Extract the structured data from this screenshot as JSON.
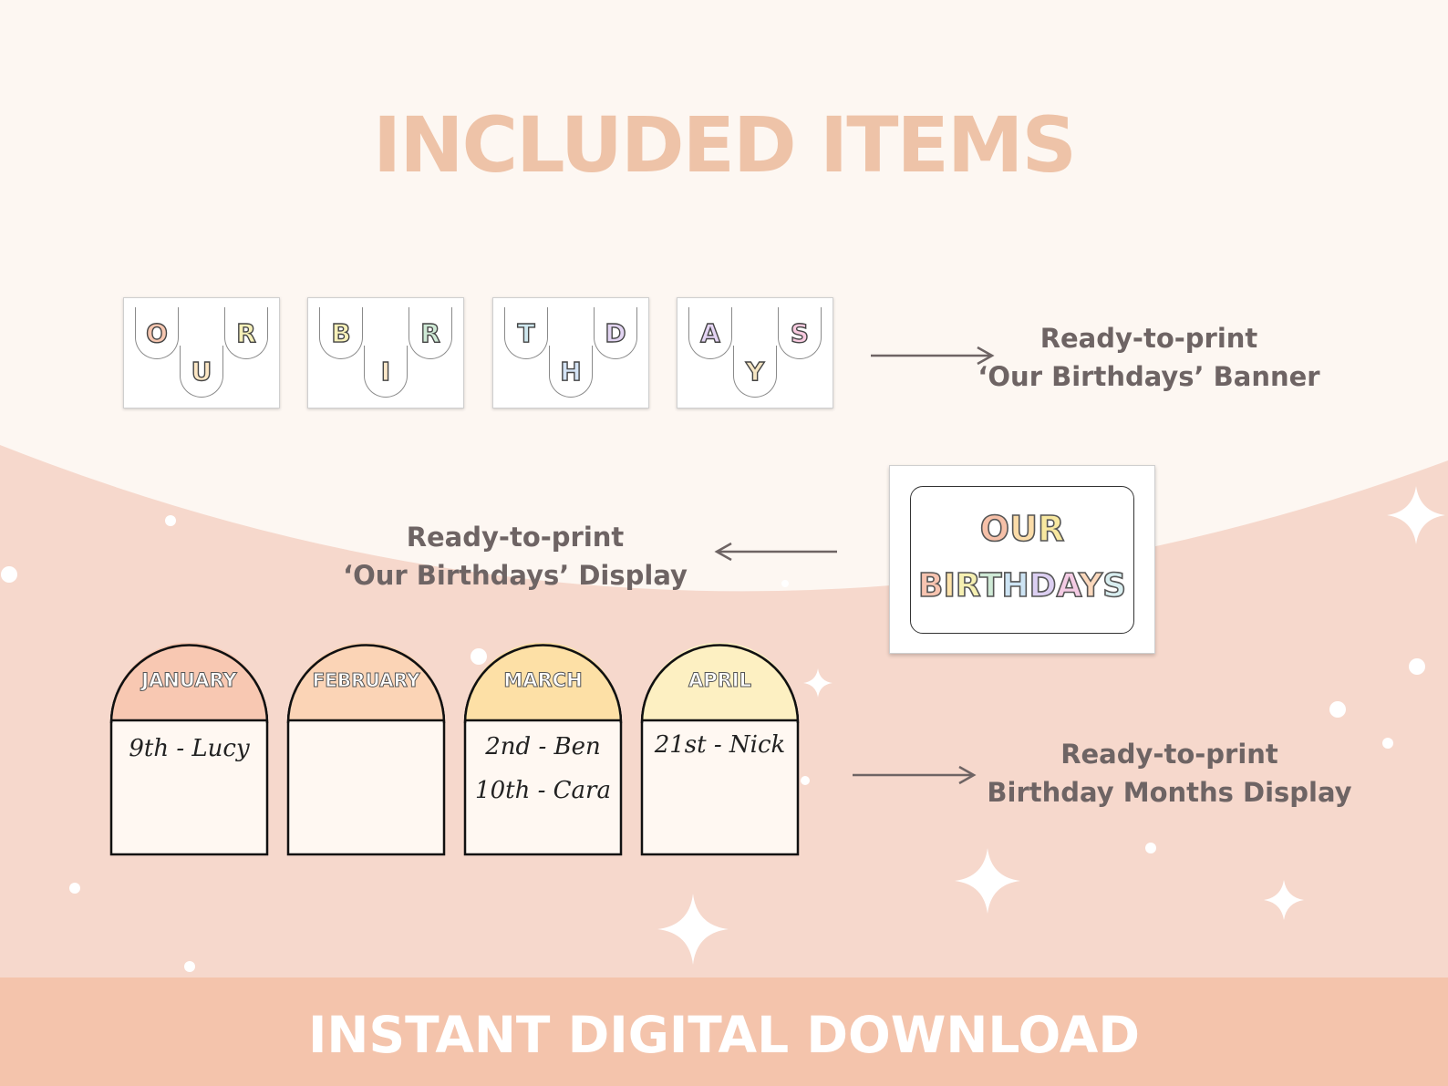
{
  "title": "INCLUDED ITEMS",
  "banner": {
    "cards": [
      {
        "letters": [
          "O",
          "U",
          "R"
        ],
        "colors": [
          "#f6c6b0",
          "#fde7c4",
          "#f6f0b8"
        ]
      },
      {
        "letters": [
          "B",
          "I",
          "R"
        ],
        "colors": [
          "#f6f0b8",
          "#fbe7c8",
          "#cfead6"
        ]
      },
      {
        "letters": [
          "T",
          "H",
          "D"
        ],
        "colors": [
          "#cfe8ef",
          "#d4e4f6",
          "#e2d4f2"
        ]
      },
      {
        "letters": [
          "A",
          "Y",
          "S"
        ],
        "colors": [
          "#e4d4f4",
          "#f6e6c4",
          "#f8cadf"
        ]
      }
    ],
    "label_line1": "Ready-to-print",
    "label_line2": "‘Our Birthdays’ Banner"
  },
  "display": {
    "line1": "OUR",
    "line2": "BIRTHDAYS",
    "label_line1": "Ready-to-print",
    "label_line2": "‘Our Birthdays’ Display"
  },
  "months": {
    "cards": [
      {
        "name": "JANUARY",
        "color": "#f8c8b2",
        "entries": [
          "9th - Lucy"
        ]
      },
      {
        "name": "FEBRUARY",
        "color": "#fbd4b6",
        "entries": []
      },
      {
        "name": "MARCH",
        "color": "#fde0a6",
        "entries": [
          "2nd - Ben",
          "10th - Cara"
        ]
      },
      {
        "name": "APRIL",
        "color": "#fdf0c2",
        "entries": [
          "21st - Nick"
        ]
      }
    ],
    "label_line1": "Ready-to-print",
    "label_line2": "Birthday Months Display"
  },
  "footer": "INSTANT DIGITAL DOWNLOAD",
  "colors": {
    "background_top": "#fdf7f2",
    "background_wave": "#f6d8cc",
    "title": "#eec3a8",
    "footer": "#f4c4ac",
    "label_text": "#6e6464"
  }
}
